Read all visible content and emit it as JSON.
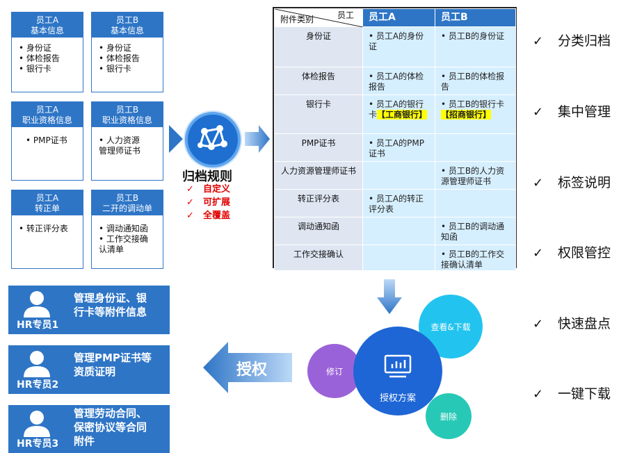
{
  "cards": [
    {
      "title1": "员工A",
      "title2": "基本信息",
      "items": [
        "• 身份证",
        "• 体检报告",
        "• 银行卡"
      ]
    },
    {
      "title1": "员工B",
      "title2": "基本信息",
      "items": [
        "• 身份证",
        "• 体检报告",
        "• 银行卡"
      ]
    },
    {
      "title1": "员工A",
      "title2": "职业资格信息",
      "items": [
        "• PMP证书"
      ]
    },
    {
      "title1": "员工B",
      "title2": "职业资格信息",
      "items": [
        "• 人力资源",
        "管理师证书"
      ]
    },
    {
      "title1": "员工A",
      "title2": "转正单",
      "items": [
        "• 转正评分表"
      ]
    },
    {
      "title1": "员工B",
      "title2": "二开的调动单",
      "items": [
        "• 调动通知函",
        "• 工作交接确",
        "认清单"
      ]
    }
  ],
  "rule": {
    "title": "归档规则",
    "items": [
      "自定义",
      "可扩展",
      "全覆盖"
    ],
    "check_mark": "✓"
  },
  "table": {
    "corner_top": "员工",
    "corner_bottom": "附件类别",
    "col_a": "员工A",
    "col_b": "员工B",
    "rows": [
      {
        "cat": "身份证",
        "a": "• 员工A的身份证",
        "b": "• 员工B的身份证"
      },
      {
        "cat": "体检报告",
        "a": "• 员工A的体检报告",
        "b": "• 员工B的体检报告"
      },
      {
        "cat": "银行卡",
        "a": "• 员工A的银行卡",
        "a_hl": "【工商银行】",
        "b": "• 员工B的银行卡",
        "b_hl": "【招商银行】"
      },
      {
        "cat": "PMP证书",
        "a": "• 员工A的PMP证书",
        "b": ""
      },
      {
        "cat": "人力资源管理师证书",
        "a": "",
        "b": "• 员工B的人力资源管理师证书"
      },
      {
        "cat": "转正评分表",
        "a": "• 员工A的转正评分表",
        "b": ""
      },
      {
        "cat": "调动通知函",
        "a": "",
        "b": "• 员工B的调动通知函"
      },
      {
        "cat": "工作交接确认",
        "a": "",
        "b": "• 员工B的工作交接确认清单"
      }
    ]
  },
  "checklist": {
    "tick": "✓",
    "items": [
      "分类归档",
      "集中管理",
      "标签说明",
      "权限管控",
      "快速盘点",
      "一键下载"
    ]
  },
  "hr": [
    {
      "who": "HR专员1",
      "desc": [
        "管理身份证、银",
        "行卡等附件信息"
      ]
    },
    {
      "who": "HR专员2",
      "desc": [
        "管理PMP证书等",
        "资质证明"
      ]
    },
    {
      "who": "HR专员3",
      "desc": [
        "管理劳动合同、",
        "保密协议等合同",
        "附件"
      ]
    }
  ],
  "grant_label": "授权",
  "bubbles": {
    "main": "授权方案",
    "view": "查看&下载",
    "edit": "修订",
    "delete": "删除"
  },
  "colors": {
    "primary": "#2e75c6",
    "highlight": "#ffff00",
    "rule_red": "#e00000",
    "bubble_view": "#22c4ef",
    "bubble_edit": "#9a62d8",
    "bubble_delete": "#27c9b6"
  }
}
